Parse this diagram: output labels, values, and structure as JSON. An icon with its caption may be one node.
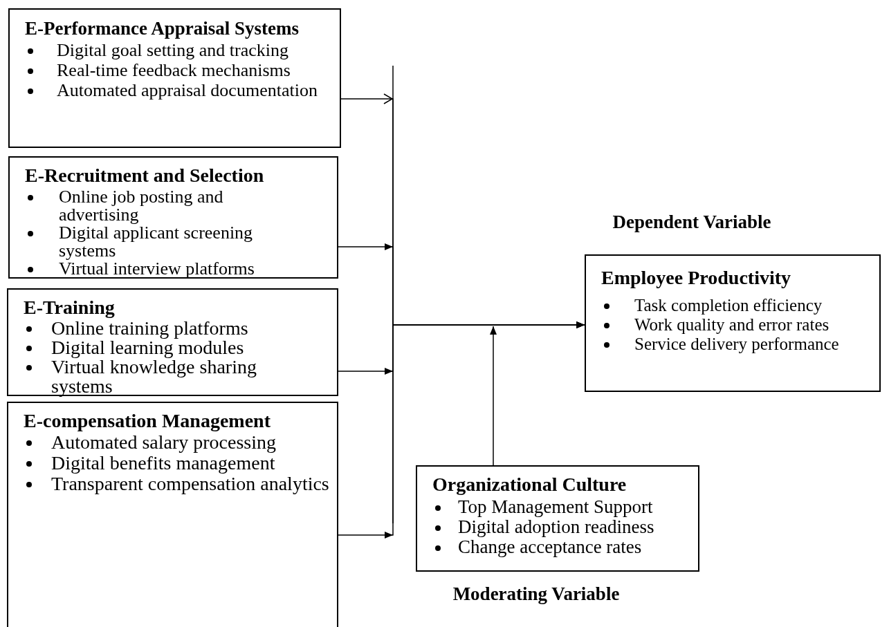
{
  "diagram": {
    "nodes": [
      {
        "text": [
          "E-Performance Appraisal Systems",
          "Digital goal setting and tracking",
          "Real-time feedback mechanisms",
          "Automated appraisal documentation"
        ]
      },
      {
        "text": [
          "E-Recruitment and Selection",
          "Online job posting and advertising",
          "Digital applicant screening systems",
          "Virtual interview platforms"
        ]
      },
      {
        "text": [
          "E-Training",
          "Online training platforms",
          "Digital learning modules",
          "Virtual knowledge sharing systems"
        ]
      },
      {
        "text": [
          "E-compensation Management",
          "Automated salary processing",
          "Digital benefits management",
          "Transparent compensation analytics"
        ]
      },
      {
        "text": [
          "Employee Productivity",
          "Task completion efficiency",
          "Work quality and error rates",
          "Service delivery performance"
        ],
        "beside": [
          "Dependent Variable"
        ]
      },
      {
        "text": [
          "Organizational Culture",
          "Top Management Support",
          "Digital adoption readiness",
          "Change acceptance rates"
        ],
        "beside": [
          "Moderating Variable"
        ]
      }
    ],
    "edges": [
      {
        "from": 0,
        "to": 4,
        "arrow": "to"
      },
      {
        "from": 1,
        "to": 4,
        "arrow": "to"
      },
      {
        "from": 2,
        "to": 4,
        "arrow": "to"
      },
      {
        "from": 3,
        "to": 4,
        "arrow": "to"
      },
      {
        "from": 5,
        "to": null,
        "arrow": "to"
      }
    ]
  }
}
